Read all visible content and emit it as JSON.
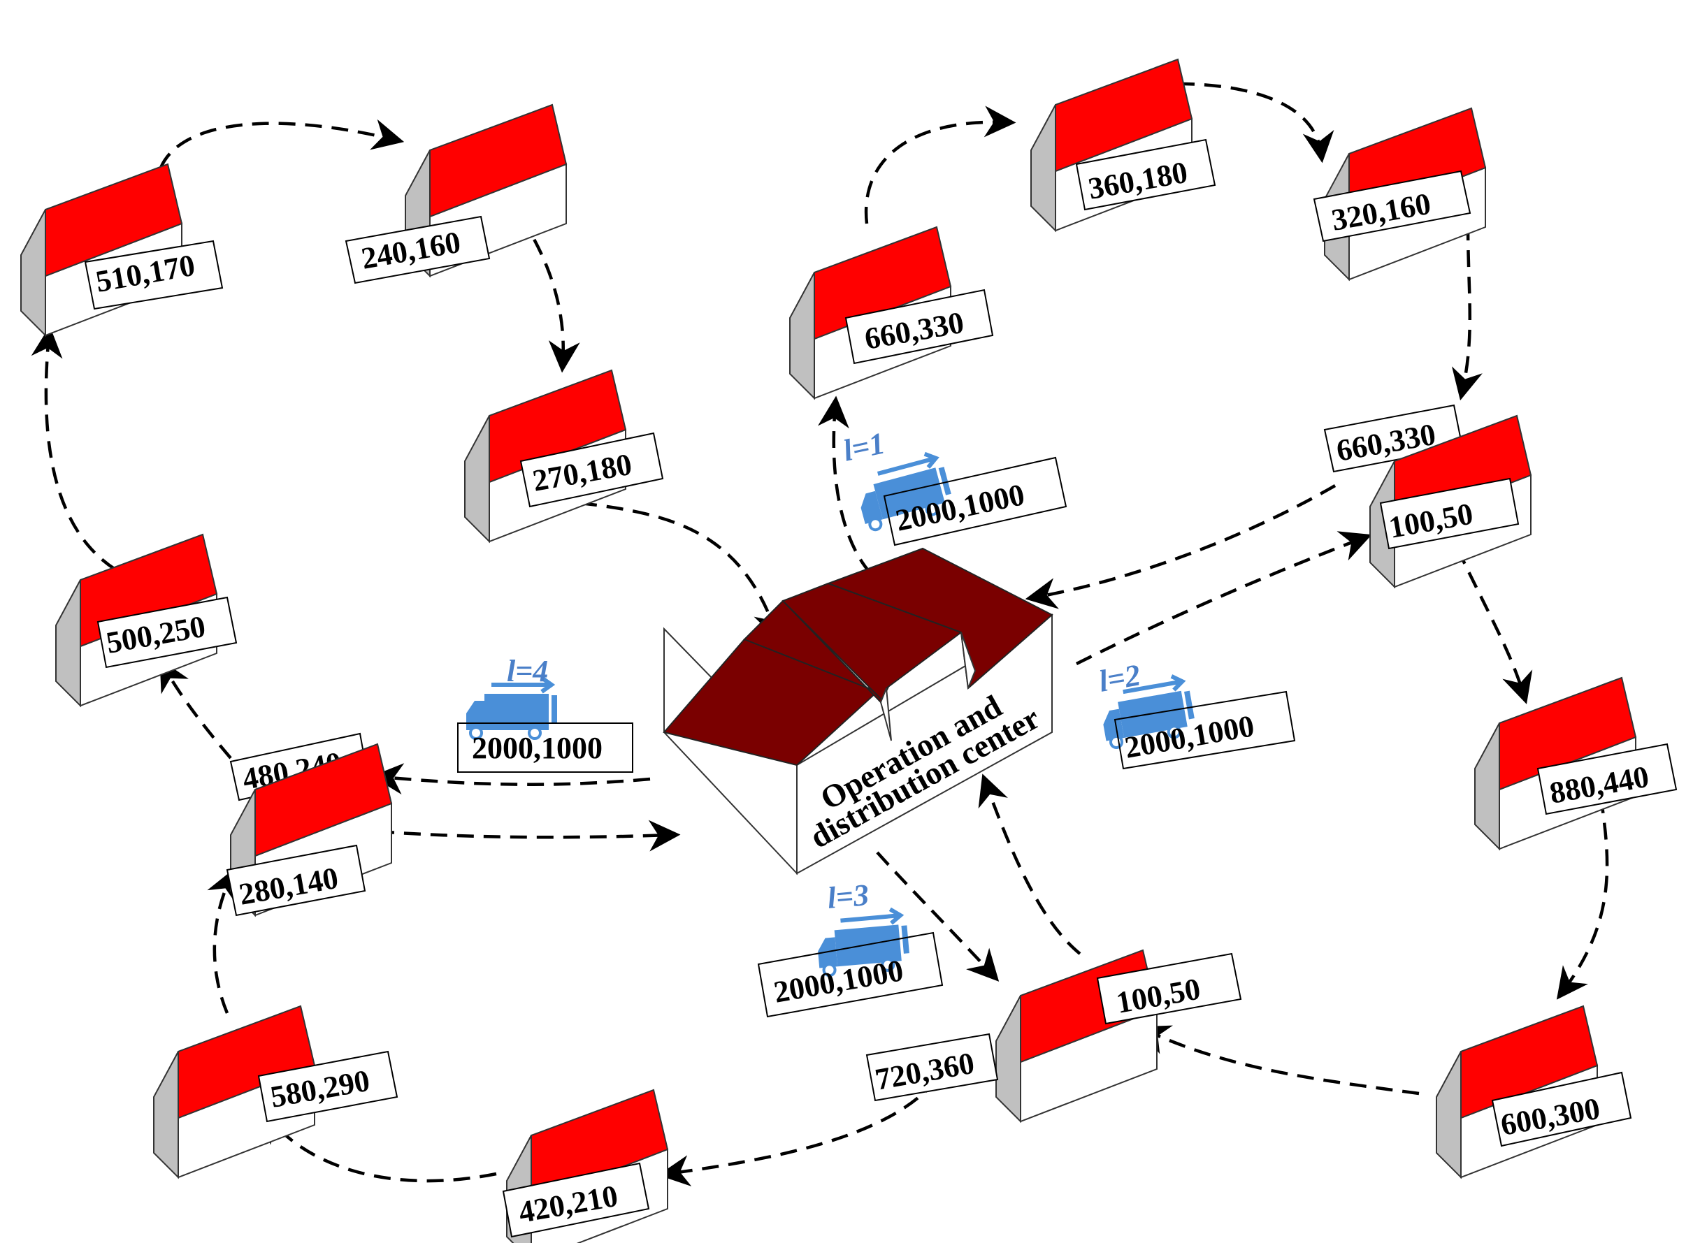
{
  "colors": {
    "roof": "#ff0000",
    "wall_side": "#c0c0c0",
    "center_roof": "#7a0000",
    "vehicle": "#4a8fd8",
    "route": "#000000"
  },
  "center": {
    "name_line1": "Operation and",
    "name_line2": "distribution center"
  },
  "customers": {
    "c1": "510,170",
    "c2": "240,160",
    "c3": "270,180",
    "c4": "500,250",
    "c5": "480,240",
    "c6": "280,140",
    "c7": "580,290",
    "c8": "420,210",
    "c9": "720,360",
    "c10": "100,50",
    "c11": "660,330",
    "c12": "360,180",
    "c13": "320,160",
    "c14": "660,330",
    "c15": "100,50",
    "c16": "880,440",
    "c17": "600,300"
  },
  "vehicles": {
    "v1": {
      "label": "l=1",
      "capacity": "2000,1000"
    },
    "v2": {
      "label": "l=2",
      "capacity": "2000,1000"
    },
    "v3": {
      "label": "l=3",
      "capacity": "2000,1000"
    },
    "v4": {
      "label": "l=4",
      "capacity": "2000,1000"
    }
  }
}
